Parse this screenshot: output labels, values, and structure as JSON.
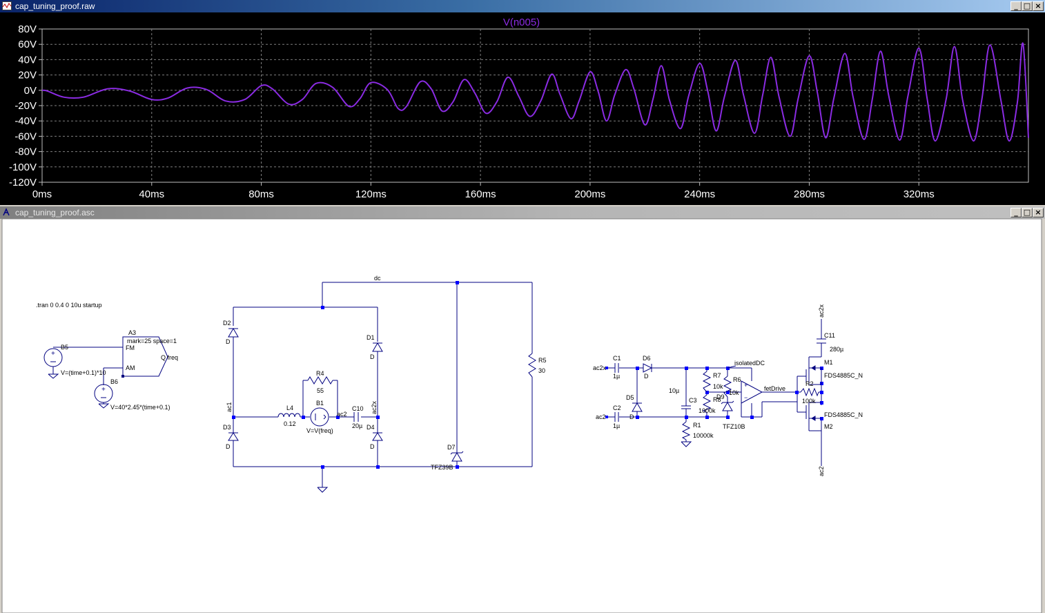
{
  "waveform_window": {
    "title": "cap_tuning_proof.raw",
    "trace_name": "V(n005)",
    "trace_color": "#8a2be2",
    "background": "#000000",
    "grid_color": "#808080"
  },
  "schematic_window": {
    "title": "cap_tuning_proof.asc",
    "background": "#ffffff",
    "wire_color": "#000080",
    "directive": ".tran 0 0.4 0 10u startup",
    "labels": {
      "b5": "B5",
      "b5_expr": "V=(time+0.1)*10",
      "b6": "B6",
      "b6_expr": "V=40*2.45*(time+0.1)",
      "a3": "A3",
      "a3_params": "mark=25 space=1",
      "a3_fm": "FM",
      "a3_am": "AM",
      "a3_q": "Q freq",
      "net_dc": "dc",
      "d2": "D2",
      "d2_val": "D",
      "d1": "D1",
      "d1_val": "D",
      "d3": "D3",
      "d3_val": "D",
      "d4": "D4",
      "d4_val": "D",
      "r4": "R4",
      "r4_val": "55",
      "b1": "B1",
      "b1_expr": "V=V(freq)",
      "l4": "L4",
      "l4_val": "0.12",
      "c10": "C10",
      "c10_val": "20µ",
      "net_ac1": "ac1",
      "net_ac2x_a": "ac2x",
      "net_ac2_a": "ac2",
      "r5": "R5",
      "r5_val": "30",
      "d7": "D7",
      "d7_val": "TFZ39B",
      "c1": "C1",
      "c1_val": "1µ",
      "c2": "C2",
      "c2_val": "1µ",
      "net_ac2x_b": "ac2x",
      "net_ac2_b": "ac2",
      "d6": "D6",
      "d6_val": "D",
      "d5": "D5",
      "d5_val": "D",
      "c3": "C3",
      "c3_val": "10µ",
      "r1": "R1",
      "r1_val": "10000k",
      "r7": "R7",
      "r7_val": "10k",
      "r8": "R8",
      "r8_val": "1000k",
      "r6": "R6",
      "r6_val": "10k",
      "d9": "D9",
      "d9_val": "TFZ10B",
      "net_isolated": "isolatedDC",
      "net_fetdrive": "fetDrive",
      "r2": "R2",
      "r2_val": "100k",
      "c11": "C11",
      "c11_val": "280µ",
      "m1": "M1",
      "m1_val": "FDS4885C_N",
      "m2": "M2",
      "m2_val": "FDS4885C_N",
      "net_ac2x_c": "ac2x",
      "net_ac2_c": "ac2"
    }
  },
  "chart_data": {
    "type": "line",
    "title": "V(n005)",
    "xlabel": "",
    "ylabel": "",
    "x_unit": "ms",
    "xlim": [
      0,
      360
    ],
    "ylim": [
      -120,
      80
    ],
    "x_ticks": [
      "0ms",
      "40ms",
      "80ms",
      "120ms",
      "160ms",
      "200ms",
      "240ms",
      "280ms",
      "320ms"
    ],
    "x_tick_values": [
      0,
      40,
      80,
      120,
      160,
      200,
      240,
      280,
      320
    ],
    "y_ticks": [
      "80V",
      "60V",
      "40V",
      "20V",
      "0V",
      "-20V",
      "-40V",
      "-60V",
      "-80V",
      "-100V",
      "-120V"
    ],
    "y_tick_values": [
      80,
      60,
      40,
      20,
      0,
      -20,
      -40,
      -60,
      -80,
      -100,
      -120
    ],
    "grid": true,
    "series": [
      {
        "name": "V(n005)",
        "x": [
          0,
          2,
          8,
          15,
          24,
          32,
          40,
          46,
          53,
          60,
          67,
          74,
          80,
          84,
          90,
          95,
          100,
          106,
          112,
          116,
          120,
          126,
          130,
          133,
          138,
          142,
          146,
          150,
          154,
          158,
          162,
          166,
          170,
          174,
          178,
          182,
          186,
          189,
          193,
          196,
          200,
          203,
          206,
          209,
          213,
          216,
          220,
          223,
          226,
          229,
          233,
          236,
          240,
          243,
          246,
          249,
          253,
          256,
          260,
          263,
          266,
          269,
          273,
          276,
          280,
          283,
          286,
          289,
          293,
          296,
          300,
          303,
          306,
          309,
          313,
          316,
          320,
          323,
          326,
          330,
          333,
          336,
          340,
          343,
          346,
          350,
          353,
          356,
          358,
          360
        ],
        "y": [
          0,
          -1,
          -9,
          -9,
          2,
          -1,
          -12,
          -10,
          3,
          1,
          -14,
          -12,
          6,
          2,
          -18,
          -12,
          9,
          4,
          -21,
          -11,
          10,
          1,
          -24,
          -21,
          11,
          2,
          -27,
          -15,
          14,
          -4,
          -30,
          -15,
          17,
          -8,
          -34,
          -14,
          21,
          -5,
          -37,
          -14,
          24,
          -2,
          -40,
          -6,
          27,
          2,
          -45,
          -11,
          32,
          -13,
          -50,
          -7,
          35,
          -2,
          -53,
          -9,
          39,
          -6,
          -56,
          -6,
          43,
          -9,
          -60,
          -10,
          45,
          -4,
          -62,
          -10,
          48,
          -9,
          -64,
          -12,
          51,
          -7,
          -65,
          -8,
          55,
          -10,
          -66,
          -11,
          57,
          -13,
          -66,
          -12,
          59,
          -14,
          -66,
          -15,
          61,
          -62
        ]
      }
    ]
  }
}
